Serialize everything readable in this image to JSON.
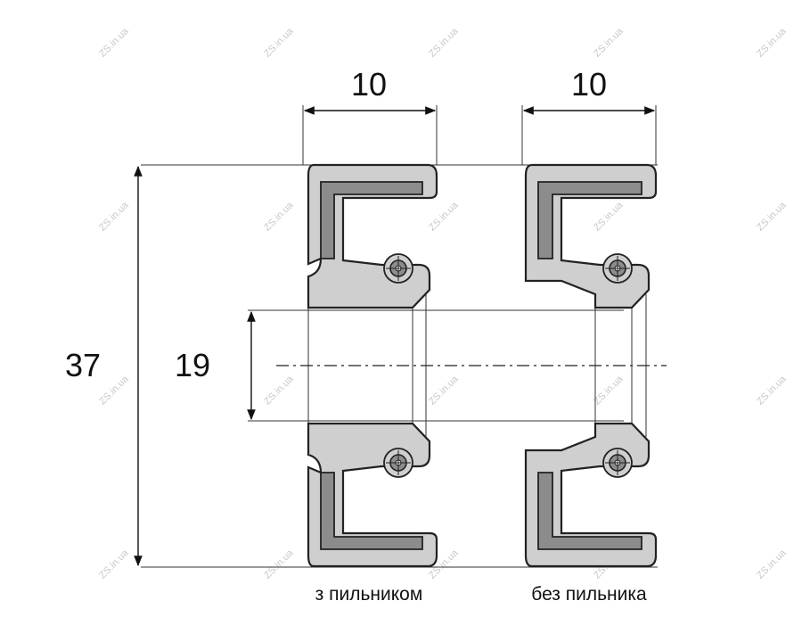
{
  "dimensions": {
    "width_left": "10",
    "width_right": "10",
    "outer_diameter": "37",
    "inner_diameter": "19"
  },
  "captions": {
    "with_dust_lip": "з пильником",
    "without_dust_lip": "без пильника"
  },
  "watermark": "ZS.in.ua",
  "colors": {
    "outline": "#222222",
    "rubber": "#cfcfcf",
    "metal_insert": "#8c8c8c",
    "watermark": "#c8c8c8"
  }
}
